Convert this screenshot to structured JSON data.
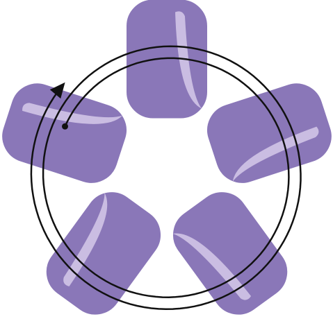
{
  "diagram": {
    "type": "cycle",
    "title": "",
    "colors": {
      "background": "#ffffff",
      "pill_fill": "#8a77b8",
      "pill_stroke": "#ffffff",
      "highlight": "#cdc1e4",
      "arrow": "#111111"
    },
    "stages": [
      {
        "label": ""
      },
      {
        "label": ""
      },
      {
        "label": ""
      },
      {
        "label": ""
      },
      {
        "label": ""
      }
    ],
    "cycle_arrow": {
      "direction": "clockwise",
      "icon": "arrowhead-icon",
      "start_marker": "dot"
    }
  }
}
